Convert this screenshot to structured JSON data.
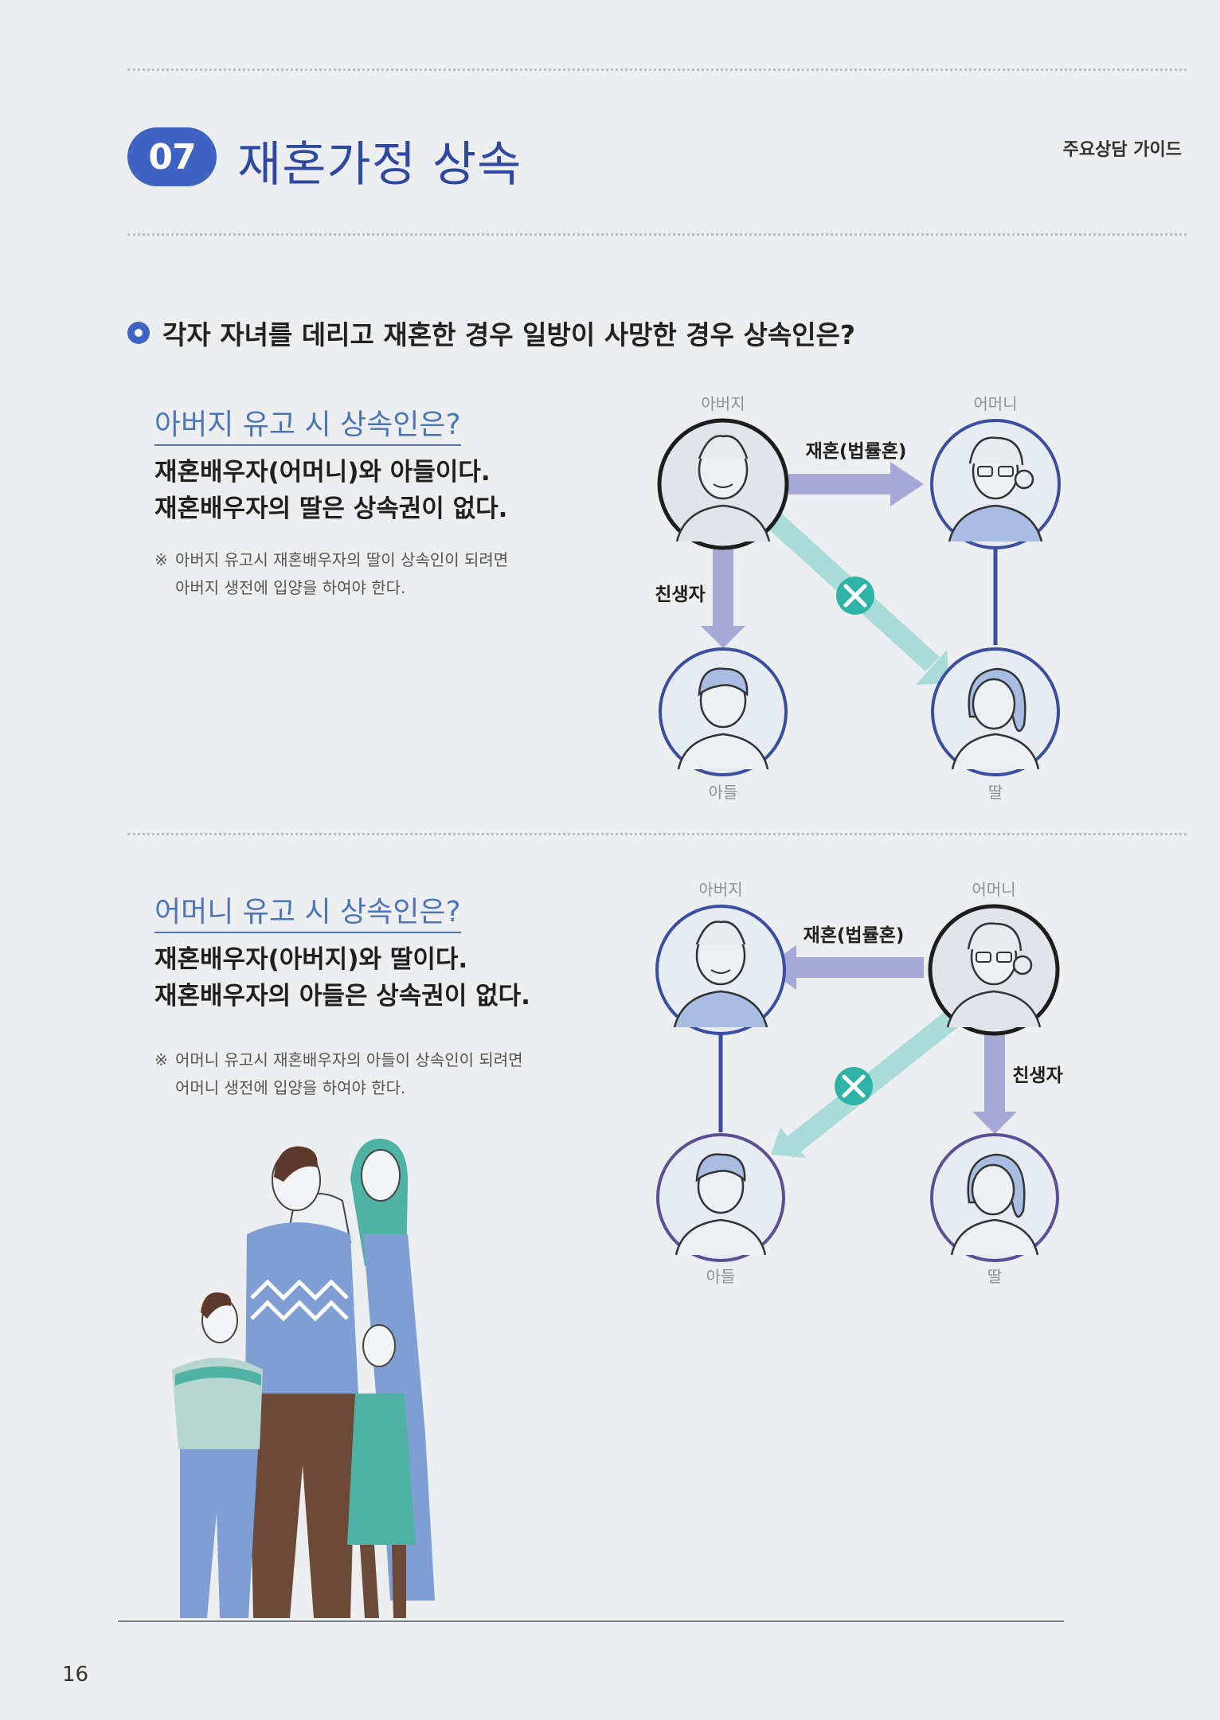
{
  "header": {
    "chapter_number": "07",
    "chapter_title": "재혼가정 상속",
    "section_label": "주요상담 가이드"
  },
  "question": "각자 자녀를 데리고 재혼한 경우 일방이 사망한 경우 상속인은?",
  "section1": {
    "title": "아버지 유고 시 상속인은?",
    "answer_line1": "재혼배우자(어머니)와 아들이다.",
    "answer_line2": "재혼배우자의 딸은 상속권이 없다.",
    "note_mark": "※",
    "note_line1": "아버지 유고시 재혼배우자의 딸이 상속인이 되려면",
    "note_line2": "아버지 생전에 입양을 하여야 한다.",
    "diagram": {
      "label_father": "아버지",
      "label_mother": "어머니",
      "label_son": "아들",
      "label_daughter": "딸",
      "edge_remarriage": "재혼(법률혼)",
      "edge_biological": "친생자"
    }
  },
  "section2": {
    "title": "어머니 유고 시 상속인은?",
    "answer_line1": "재혼배우자(아버지)와 딸이다.",
    "answer_line2": "재혼배우자의 아들은 상속권이 없다.",
    "note_mark": "※",
    "note_line1": "어머니 유고시 재혼배우자의 아들이 상속인이 되려면",
    "note_line2": "어머니 생전에 입양을 하여야 한다.",
    "diagram": {
      "label_father": "아버지",
      "label_mother": "어머니",
      "label_son": "아들",
      "label_daughter": "딸",
      "edge_remarriage": "재혼(법률혼)",
      "edge_biological": "친생자"
    }
  },
  "page_number": "16",
  "colors": {
    "accent": "#3f63c2",
    "title_blue": "#2e4aa0",
    "arrow_purple": "#a4a9d6",
    "arrow_teal": "#a9dbd9",
    "x_mark": "#2fb3a6"
  }
}
